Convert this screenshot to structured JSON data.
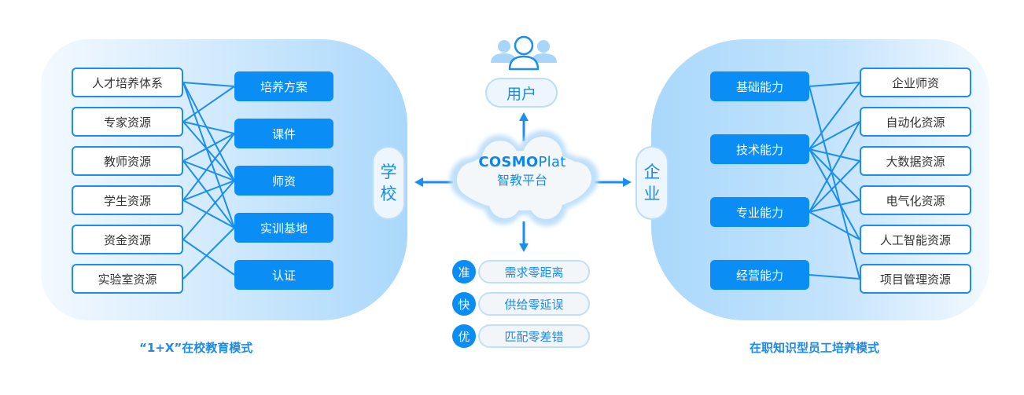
{
  "colors": {
    "primary": "#0a8ef5",
    "line": "#1b8ef0",
    "text_dark": "#333333",
    "text_blue": "#1a8bea",
    "panel_light": "#f3f9ff",
    "panel_mid": "#a9d8fb"
  },
  "school": {
    "label_chars": [
      "学",
      "校"
    ],
    "resources": [
      "人才培养体系",
      "专家资源",
      "教师资源",
      "学生资源",
      "资金资源",
      "实验室资源"
    ],
    "outputs": [
      "培养方案",
      "课件",
      "师资",
      "实训基地",
      "认证"
    ],
    "connections": [
      [
        0,
        0
      ],
      [
        0,
        2
      ],
      [
        0,
        3
      ],
      [
        1,
        0
      ],
      [
        1,
        1
      ],
      [
        1,
        2
      ],
      [
        2,
        1
      ],
      [
        2,
        2
      ],
      [
        2,
        3
      ],
      [
        3,
        1
      ],
      [
        3,
        2
      ],
      [
        3,
        3
      ],
      [
        4,
        2
      ],
      [
        4,
        4
      ],
      [
        5,
        3
      ]
    ],
    "caption": "“1+X”在校教育模式"
  },
  "platform": {
    "user_icon": "users-icon",
    "user_label": "用户",
    "brand_bold": "COSMO",
    "brand_light": "Plat",
    "subtitle": "智教平台",
    "features": [
      {
        "badge": "准",
        "text": "需求零距离"
      },
      {
        "badge": "快",
        "text": "供给零延误"
      },
      {
        "badge": "优",
        "text": "匹配零差错"
      }
    ]
  },
  "enterprise": {
    "label_chars": [
      "企",
      "业"
    ],
    "abilities": [
      "基础能力",
      "技术能力",
      "专业能力",
      "经营能力"
    ],
    "resources": [
      "企业师资",
      "自动化资源",
      "大数据资源",
      "电气化资源",
      "人工智能资源",
      "项目管理资源"
    ],
    "connections": [
      [
        0,
        0
      ],
      [
        0,
        5
      ],
      [
        1,
        0
      ],
      [
        1,
        1
      ],
      [
        1,
        2
      ],
      [
        1,
        3
      ],
      [
        1,
        4
      ],
      [
        2,
        1
      ],
      [
        2,
        2
      ],
      [
        2,
        3
      ],
      [
        2,
        4
      ],
      [
        3,
        5
      ]
    ],
    "caption": "在职知识型员工培养模式"
  }
}
